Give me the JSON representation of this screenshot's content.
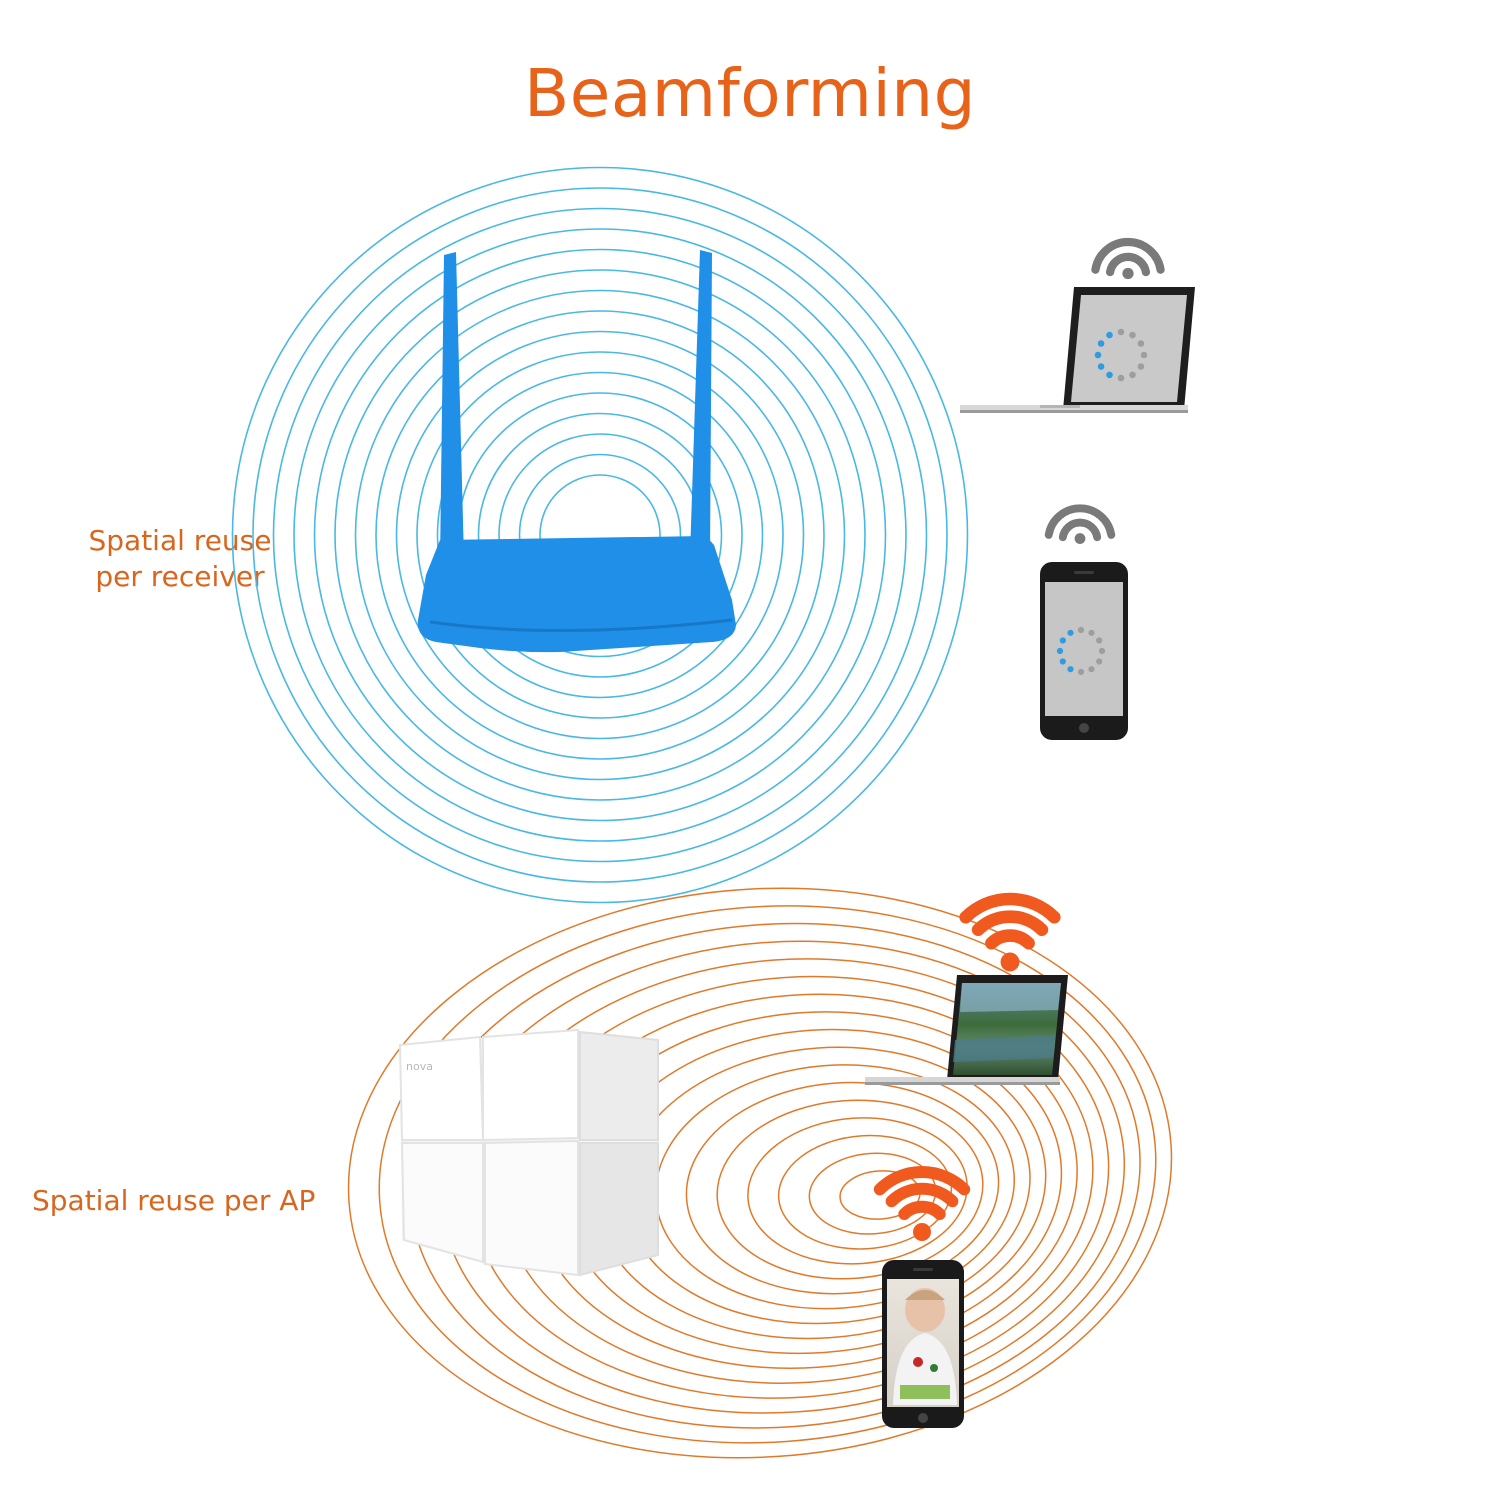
{
  "title": "Beamforming",
  "labels": {
    "per_receiver_line1": "Spatial reuse",
    "per_receiver_line2": "per receiver",
    "per_ap": "Spatial reuse per AP"
  },
  "device_brand": "nova",
  "colors": {
    "title": "#e8631a",
    "label": "#d9661f",
    "blue_router": "#1f8fe8",
    "blue_rings": "#49b8e6",
    "orange_rings": "#e07a2a",
    "wifi_gray": "#7a7a7a",
    "wifi_orange": "#f15a1f"
  },
  "icons": [
    "router-icon",
    "mesh-cube-icon",
    "laptop-icon",
    "phone-icon",
    "wifi-icon",
    "loading-spinner-icon"
  ]
}
